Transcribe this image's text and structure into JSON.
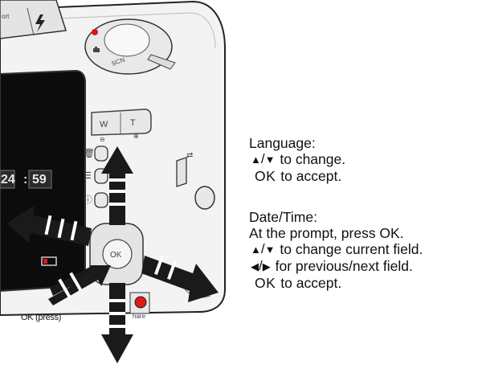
{
  "camera": {
    "mode_dial": [
      "SCN"
    ],
    "zoom_wide_label": "W",
    "zoom_tele_label": "T",
    "ok_button_label": "OK",
    "share_button_label": "hare",
    "screen_hour": "24",
    "screen_minute": "59",
    "top_button_text": "ort",
    "ok_press_label": "OK (press)"
  },
  "instructions": {
    "language": {
      "title": "Language:",
      "lines": [
        {
          "icon": "up-down-arrows-icon",
          "glyph_a": "▲",
          "sep": "/",
          "glyph_b": "▼",
          "text": "to change."
        },
        {
          "key": "OK",
          "text": "to accept."
        }
      ]
    },
    "datetime": {
      "title": "Date/Time:",
      "prompt_line": "At the prompt, press OK.",
      "lines": [
        {
          "icon": "up-down-arrows-icon",
          "glyph_a": "▲",
          "sep": "/",
          "glyph_b": "▼",
          "text": "to change current field."
        },
        {
          "icon": "left-right-arrows-icon",
          "glyph_a": "◀",
          "sep": "/",
          "glyph_b": "▶",
          "text": "for previous/next field."
        },
        {
          "key": "OK",
          "text": "to accept."
        }
      ]
    }
  },
  "colors": {
    "body": "#f2f2f2",
    "outline": "#2a2a2a",
    "screen": "#0c0c0c",
    "arrow_fill": "#1a1a1a",
    "share_red": "#e01818",
    "mode_red": "#d21a1a"
  }
}
